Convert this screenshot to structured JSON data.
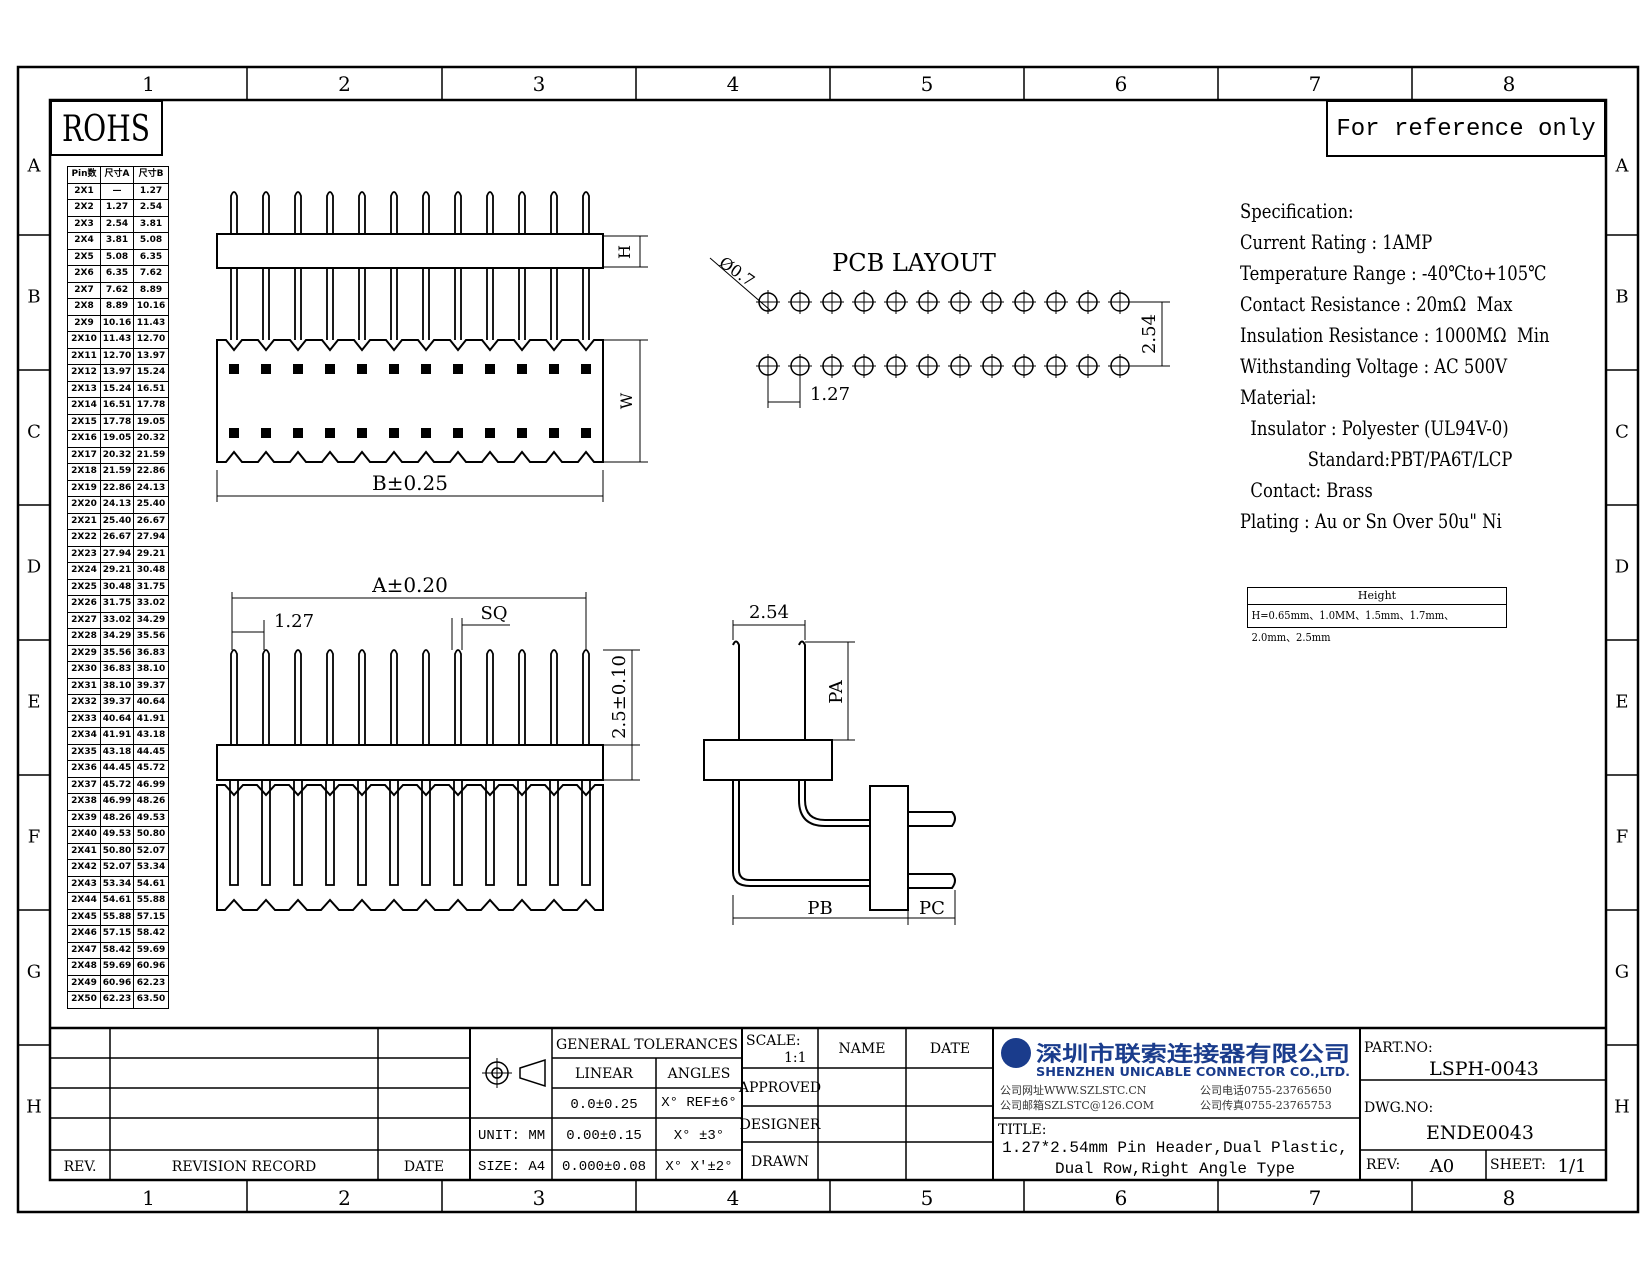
{
  "sheet": {
    "columns": [
      "1",
      "2",
      "3",
      "4",
      "5",
      "6",
      "7",
      "8"
    ],
    "rows": [
      "A",
      "B",
      "C",
      "D",
      "E",
      "F",
      "G",
      "H"
    ]
  },
  "rohs": "ROHS",
  "reference_note": "For reference only",
  "pin_table": {
    "headers": [
      "Pin数",
      "尺寸A",
      "尺寸B"
    ],
    "rows": [
      [
        "2X1",
        "—",
        "1.27"
      ],
      [
        "2X2",
        "1.27",
        "2.54"
      ],
      [
        "2X3",
        "2.54",
        "3.81"
      ],
      [
        "2X4",
        "3.81",
        "5.08"
      ],
      [
        "2X5",
        "5.08",
        "6.35"
      ],
      [
        "2X6",
        "6.35",
        "7.62"
      ],
      [
        "2X7",
        "7.62",
        "8.89"
      ],
      [
        "2X8",
        "8.89",
        "10.16"
      ],
      [
        "2X9",
        "10.16",
        "11.43"
      ],
      [
        "2X10",
        "11.43",
        "12.70"
      ],
      [
        "2X11",
        "12.70",
        "13.97"
      ],
      [
        "2X12",
        "13.97",
        "15.24"
      ],
      [
        "2X13",
        "15.24",
        "16.51"
      ],
      [
        "2X14",
        "16.51",
        "17.78"
      ],
      [
        "2X15",
        "17.78",
        "19.05"
      ],
      [
        "2X16",
        "19.05",
        "20.32"
      ],
      [
        "2X17",
        "20.32",
        "21.59"
      ],
      [
        "2X18",
        "21.59",
        "22.86"
      ],
      [
        "2X19",
        "22.86",
        "24.13"
      ],
      [
        "2X20",
        "24.13",
        "25.40"
      ],
      [
        "2X21",
        "25.40",
        "26.67"
      ],
      [
        "2X22",
        "26.67",
        "27.94"
      ],
      [
        "2X23",
        "27.94",
        "29.21"
      ],
      [
        "2X24",
        "29.21",
        "30.48"
      ],
      [
        "2X25",
        "30.48",
        "31.75"
      ],
      [
        "2X26",
        "31.75",
        "33.02"
      ],
      [
        "2X27",
        "33.02",
        "34.29"
      ],
      [
        "2X28",
        "34.29",
        "35.56"
      ],
      [
        "2X29",
        "35.56",
        "36.83"
      ],
      [
        "2X30",
        "36.83",
        "38.10"
      ],
      [
        "2X31",
        "38.10",
        "39.37"
      ],
      [
        "2X32",
        "39.37",
        "40.64"
      ],
      [
        "2X33",
        "40.64",
        "41.91"
      ],
      [
        "2X34",
        "41.91",
        "43.18"
      ],
      [
        "2X35",
        "43.18",
        "44.45"
      ],
      [
        "2X36",
        "44.45",
        "45.72"
      ],
      [
        "2X37",
        "45.72",
        "46.99"
      ],
      [
        "2X38",
        "46.99",
        "48.26"
      ],
      [
        "2X39",
        "48.26",
        "49.53"
      ],
      [
        "2X40",
        "49.53",
        "50.80"
      ],
      [
        "2X41",
        "50.80",
        "52.07"
      ],
      [
        "2X42",
        "52.07",
        "53.34"
      ],
      [
        "2X43",
        "53.34",
        "54.61"
      ],
      [
        "2X44",
        "54.61",
        "55.88"
      ],
      [
        "2X45",
        "55.88",
        "57.15"
      ],
      [
        "2X46",
        "57.15",
        "58.42"
      ],
      [
        "2X47",
        "58.42",
        "59.69"
      ],
      [
        "2X48",
        "59.69",
        "60.96"
      ],
      [
        "2X49",
        "60.96",
        "62.23"
      ],
      [
        "2X50",
        "62.23",
        "63.50"
      ]
    ]
  },
  "dims": {
    "h": "H",
    "w": "W",
    "b": "B±0.25",
    "a": "A±0.20",
    "pitch_top": "1.27",
    "sq": "SQ",
    "tail": "2.5±0.10",
    "side_pitch": "2.54",
    "pa": "PA",
    "pb": "PB",
    "pc": "PC"
  },
  "pcb": {
    "title": "PCB LAYOUT",
    "hole": "Ø0.7",
    "row_pitch": "2.54",
    "col_pitch": "1.27"
  },
  "spec": [
    "Specification:",
    "Current Rating : 1AMP",
    "Temperature Range : -40℃to+105℃",
    "Contact Resistance : 20mΩ  Max",
    "Insulation Resistance : 1000MΩ  Min",
    "Withstanding Voltage : AC 500V",
    "Material:",
    "  Insulator : Polyester (UL94V-0)",
    "             Standard:PBT/PA6T/LCP",
    "  Contact: Brass",
    "Plating : Au or Sn Over 50u\" Ni"
  ],
  "height_box": {
    "header": "Height",
    "values": "H=0.65mm、1.0MM、1.5mm、1.7mm、2.0mm、2.5mm"
  },
  "title_block": {
    "rev_label": "REV.",
    "revision_record": "REVISION RECORD",
    "date_label": "DATE",
    "general_tolerances": "GENERAL TOLERANCES",
    "linear": "LINEAR",
    "angles": "ANGLES",
    "lin1": "0.0±0.25",
    "lin2": "0.00±0.15",
    "lin3": "0.000±0.08",
    "ang1": "X° REF±6°",
    "ang2": "X°  ±3°",
    "ang3": "X° X'±2°",
    "unit": "UNIT: MM",
    "size": "SIZE: A4",
    "scale_label": "SCALE:",
    "scale_value": "1:1",
    "name": "NAME",
    "date": "DATE",
    "approved": "APPROVED",
    "designer": "DESIGNER",
    "drawn": "DRAWN",
    "company_cn": "深圳市联索连接器有限公司",
    "company_en": "SHENZHEN UNICABLE CONNECTOR CO.,LTD.",
    "web": "公司网址WWW.SZLSTC.CN",
    "mail": "公司邮箱SZLSTC@126.COM",
    "tel": "公司电话0755-23765650",
    "fax": "公司传真0755-23765753",
    "title_label": "TITLE:",
    "title_line1": "1.27*2.54mm Pin Header,Dual Plastic,",
    "title_line2": "Dual Row,Right Angle Type",
    "part_label": "PART.NO:",
    "part_no": "LSPH-0043",
    "dwg_label": "DWG.NO:",
    "dwg_no": "ENDE0043",
    "rev2_label": "REV:",
    "rev_value": "A0",
    "sheet_label": "SHEET:",
    "sheet_value": "1/1"
  }
}
